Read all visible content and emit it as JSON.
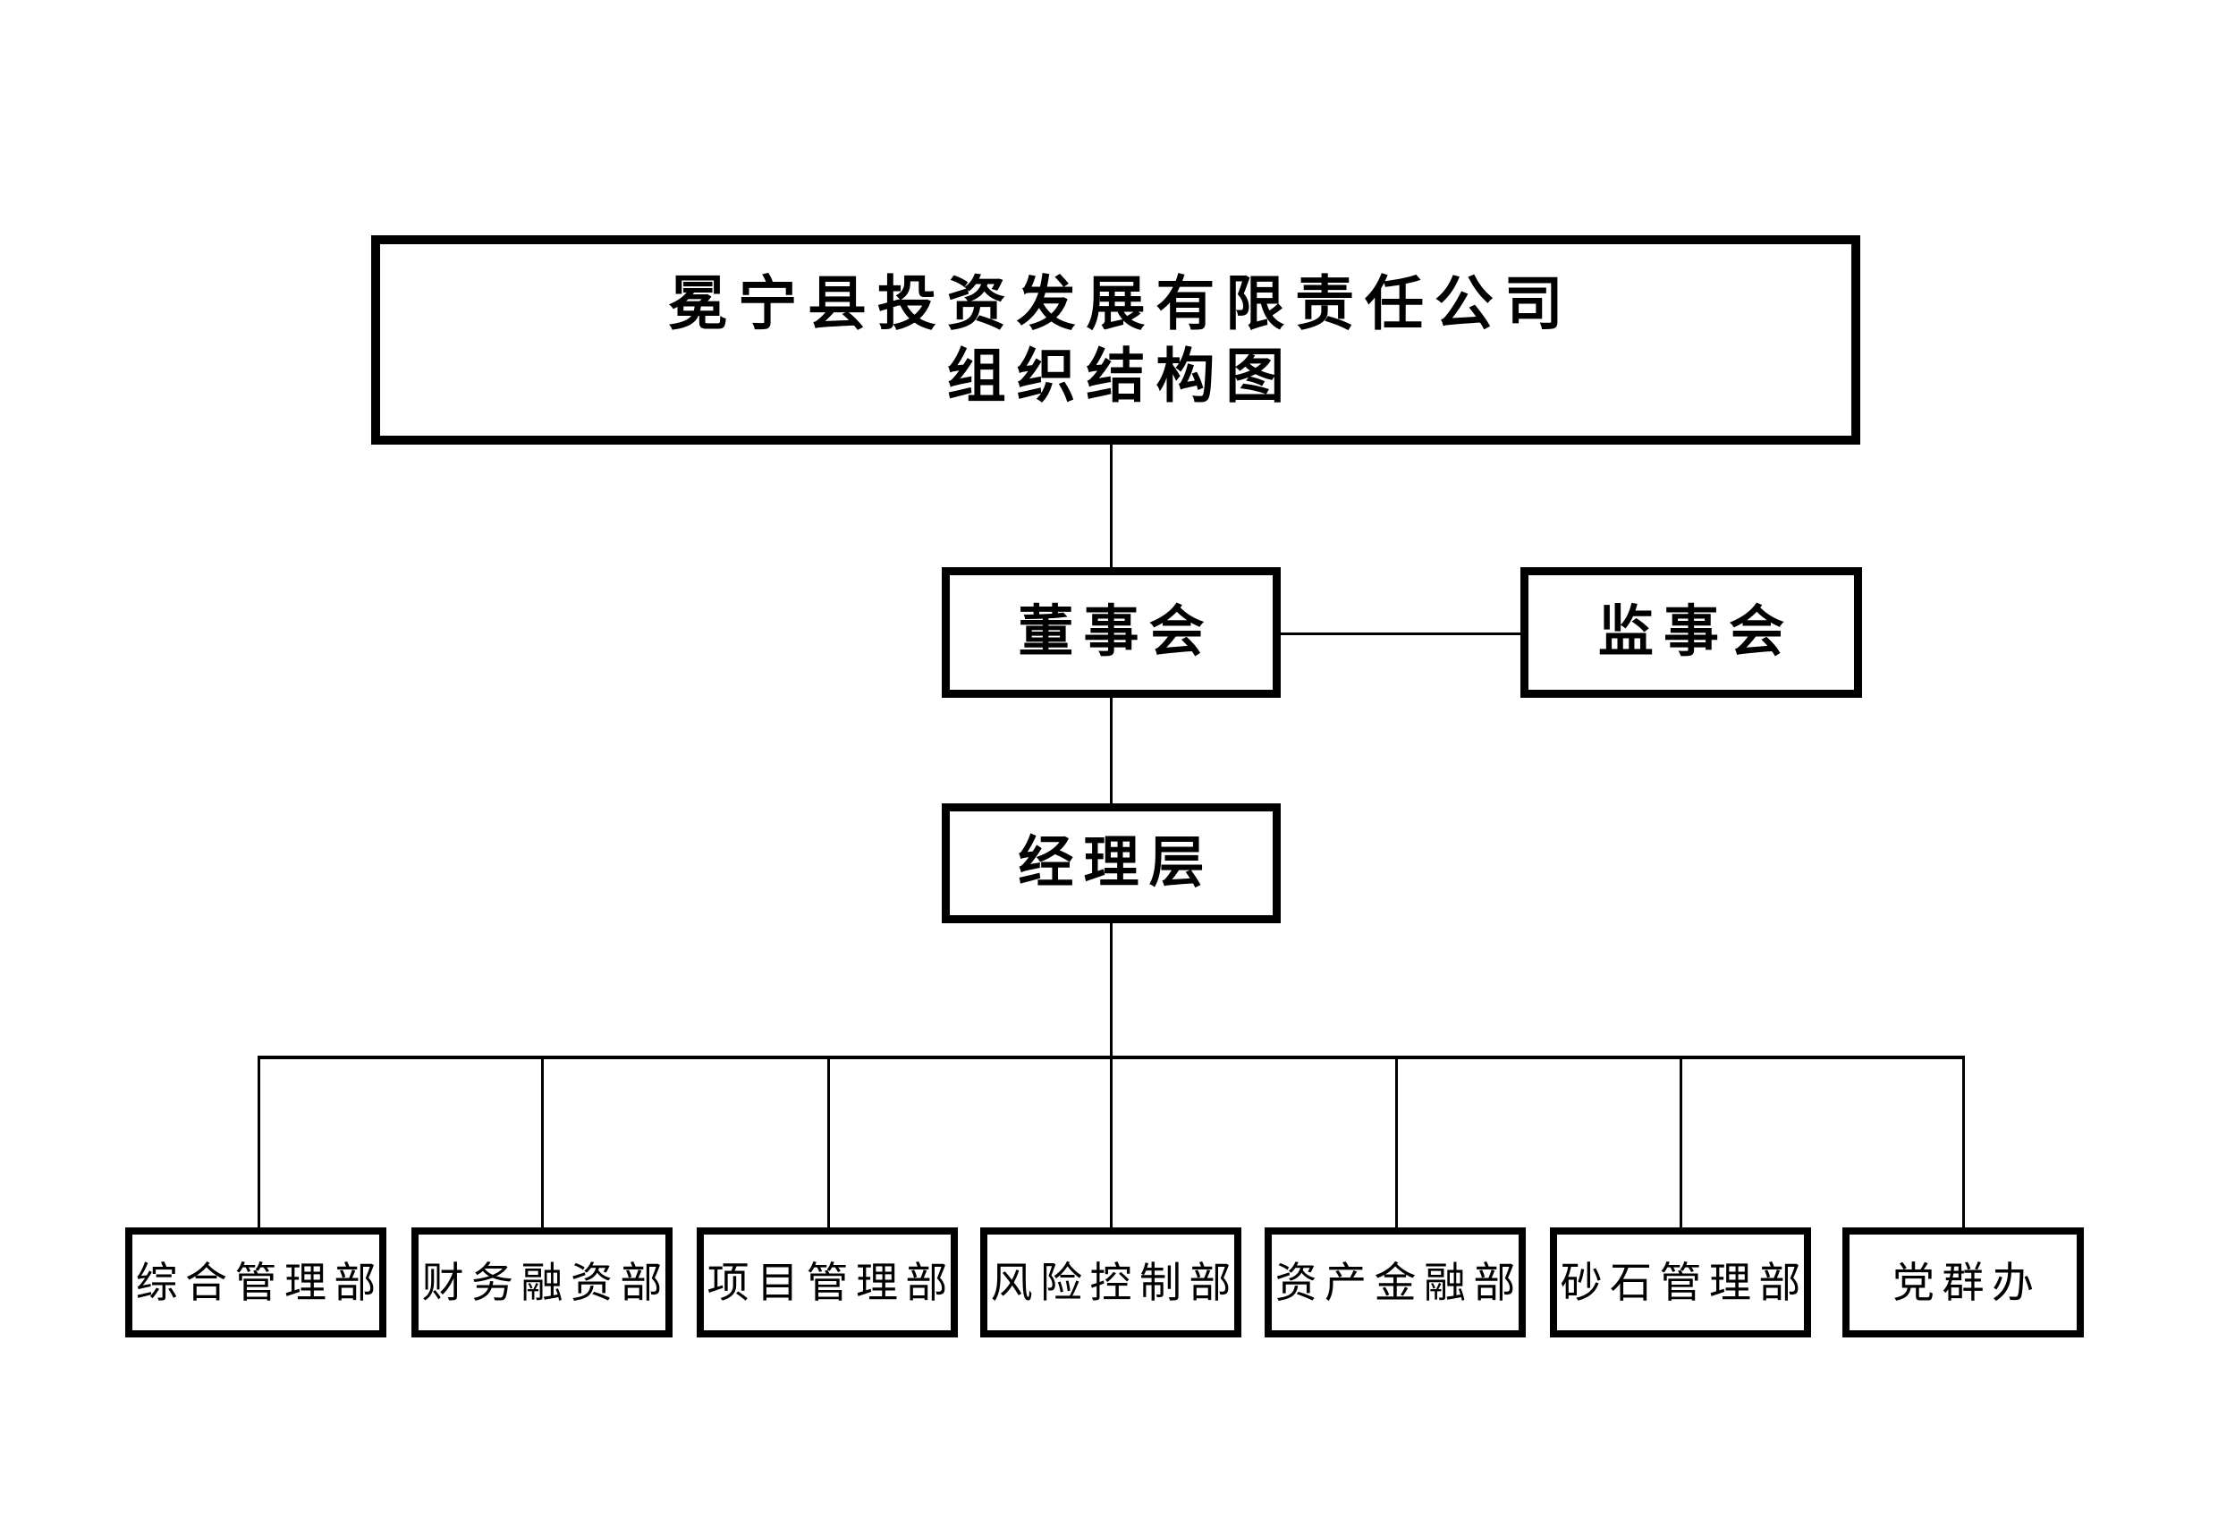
{
  "diagram": {
    "type": "organizational-chart",
    "orientation": "top-down",
    "background_color": "#ffffff",
    "line_color": "#000000",
    "box_border_color": "#000000",
    "box_fill_color": "#ffffff"
  },
  "title": {
    "line1": "冕宁县投资发展有限责任公司",
    "line2": "组织结构图"
  },
  "governance": {
    "board": "董事会",
    "supervisors": "监事会"
  },
  "management": {
    "label": "经理层"
  },
  "departments": [
    {
      "label": "综合管理部"
    },
    {
      "label": "财务融资部"
    },
    {
      "label": "项目管理部"
    },
    {
      "label": "风险控制部"
    },
    {
      "label": "资产金融部"
    },
    {
      "label": "砂石管理部"
    },
    {
      "label": "党群办"
    }
  ]
}
